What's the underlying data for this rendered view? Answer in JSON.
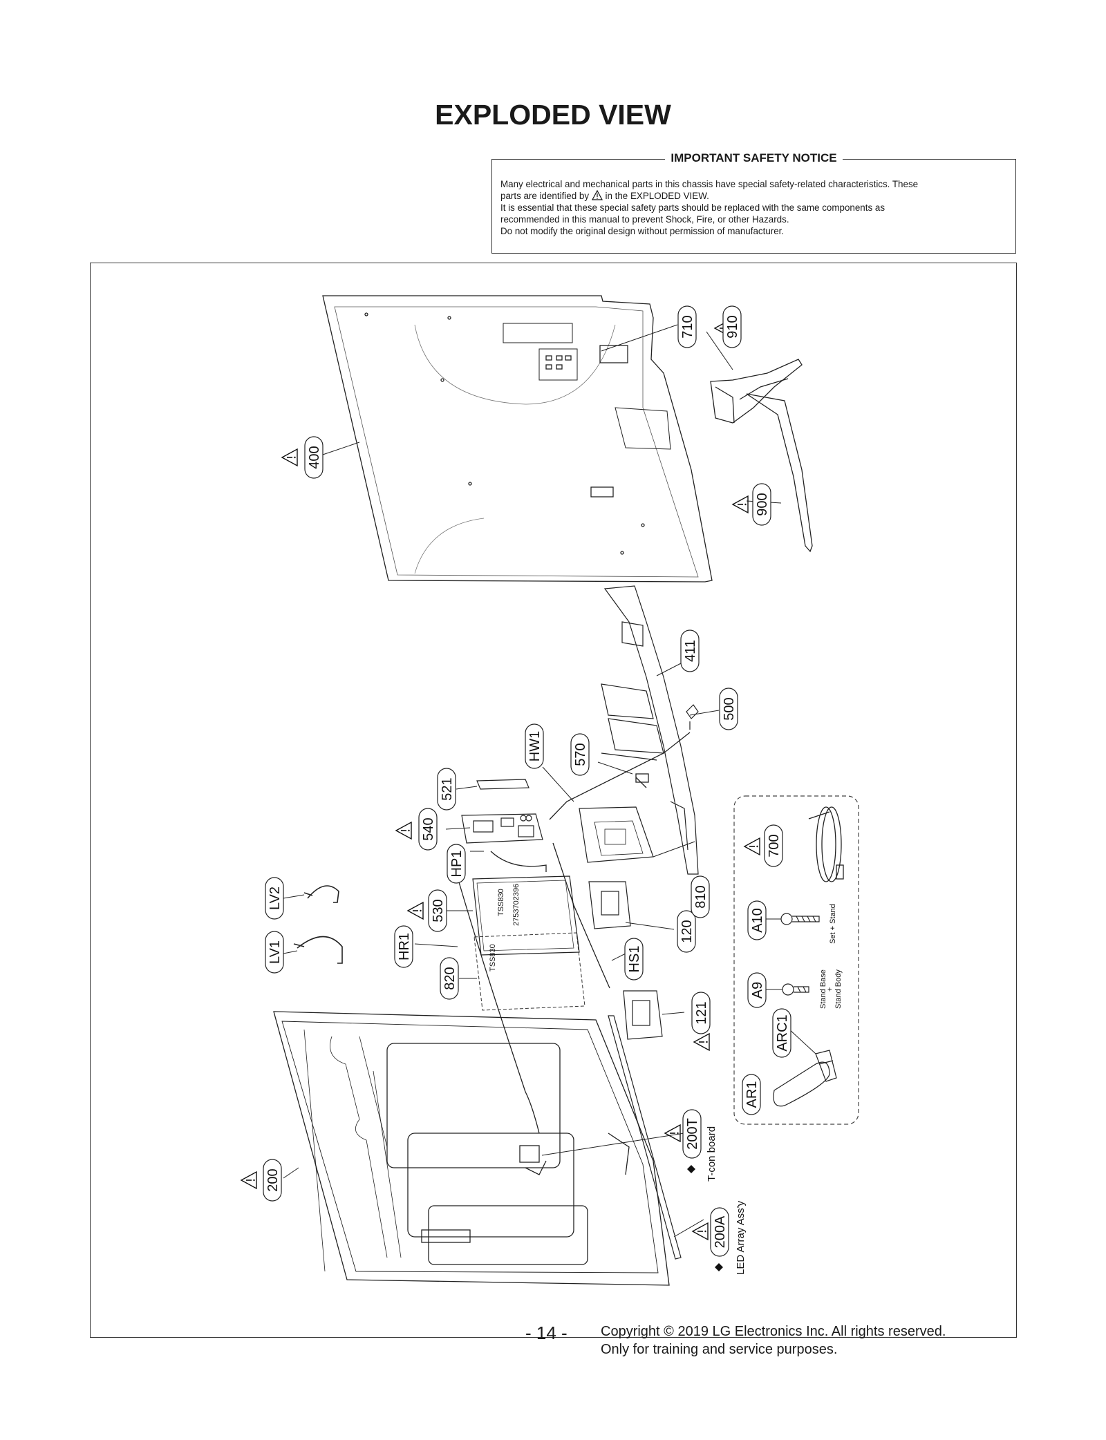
{
  "title": "EXPLODED VIEW",
  "notice": {
    "heading": "IMPORTANT SAFETY NOTICE",
    "line1": "Many electrical and mechanical parts in this chassis have special safety-related characteristics. These",
    "line2a": "parts are identified by",
    "line2b": "in the EXPLODED VIEW.",
    "line3": "It is essential that these special safety parts should be replaced with the same components as",
    "line4": "recommended in this manual to prevent Shock, Fire, or other Hazards.",
    "line5": "Do not modify the original design without permission of manufacturer."
  },
  "parts": {
    "p710": "710",
    "p910": "910",
    "p400": "400",
    "p900": "900",
    "p411": "411",
    "p500": "500",
    "p570": "570",
    "hw1": "HW1",
    "p521": "521",
    "p540": "540",
    "hp1": "HP1",
    "lv2": "LV2",
    "lv1": "LV1",
    "p530": "530",
    "hr1": "HR1",
    "p820": "820",
    "hs1": "HS1",
    "p120": "120",
    "p121": "121",
    "p810": "810",
    "p700": "700",
    "a10": "A10",
    "a9": "A9",
    "arc1": "ARC1",
    "ar1": "AR1",
    "p200": "200",
    "p200t": "200T",
    "p200a": "200A"
  },
  "captions": {
    "tcon": "T-con board",
    "led": "LED Array Ass'y",
    "set_stand": "Set + Stand",
    "stand_base": "Stand Base",
    "plus": "+",
    "stand_body": "Stand Body"
  },
  "board_marks": {
    "m1": "TSS830",
    "m2": "2753702396",
    "m3": "TSS830"
  },
  "footer": {
    "page_number": "- 14 -",
    "copyright": "Copyright © 2019 LG Electronics Inc. All rights reserved.",
    "training": "Only for training and service purposes."
  }
}
